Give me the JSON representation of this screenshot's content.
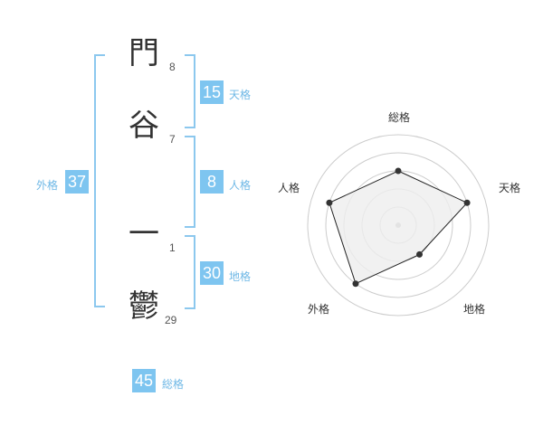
{
  "name": {
    "chars": [
      "門",
      "谷",
      "一",
      "鬱"
    ],
    "strokes": [
      "8",
      "7",
      "1",
      "29"
    ]
  },
  "fortune": {
    "tenkaku": {
      "value": "15",
      "label": "天格"
    },
    "jinkaku": {
      "value": "8",
      "label": "人格"
    },
    "chikaku": {
      "value": "30",
      "label": "地格"
    },
    "gaikaku": {
      "value": "37",
      "label": "外格"
    },
    "soukaku": {
      "value": "45",
      "label": "総格"
    }
  },
  "radar": {
    "labels": {
      "top": "総格",
      "right": "天格",
      "bottom_right": "地格",
      "bottom_left": "外格",
      "left": "人格"
    },
    "levels": {
      "soukaku": 0.6,
      "tenkaku": 0.8,
      "chikaku": 0.4,
      "gaikaku": 0.8,
      "jinkaku": 0.8
    },
    "colors": {
      "line": "#222222",
      "fill": "#eeeeee",
      "ring": "#cccccc",
      "point": "#333333"
    }
  }
}
